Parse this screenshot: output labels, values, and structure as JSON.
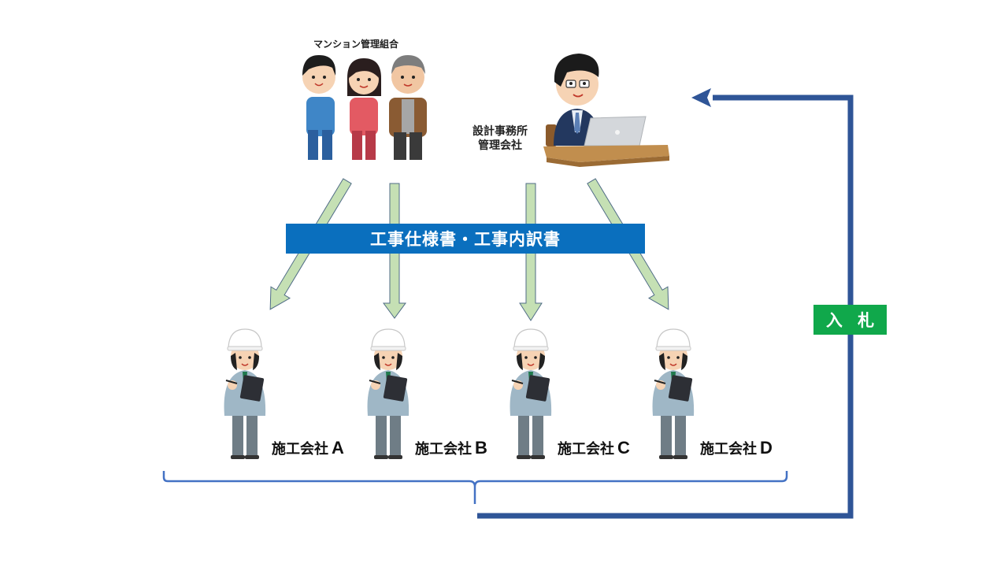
{
  "owners": {
    "label": "マンション管理組合",
    "icon": "residents-group-icon"
  },
  "designer": {
    "label_line1": "設計事務所",
    "label_line2": "管理会社",
    "icon": "office-worker-laptop-icon"
  },
  "banner": {
    "label": "工事仕様書・工事内訳書",
    "color": "#0a6fbe"
  },
  "bid": {
    "label": "入 札",
    "color": "#10a84b"
  },
  "contractors": [
    {
      "prefix": "施工会社",
      "letter": "A"
    },
    {
      "prefix": "施工会社",
      "letter": "B"
    },
    {
      "prefix": "施工会社",
      "letter": "C"
    },
    {
      "prefix": "施工会社",
      "letter": "D"
    }
  ],
  "colors": {
    "flow_line": "#2f5597",
    "bracket": "#4472c4",
    "distribution_arrow_fill": "#c5e0b4",
    "distribution_arrow_stroke": "#4f6b86"
  }
}
